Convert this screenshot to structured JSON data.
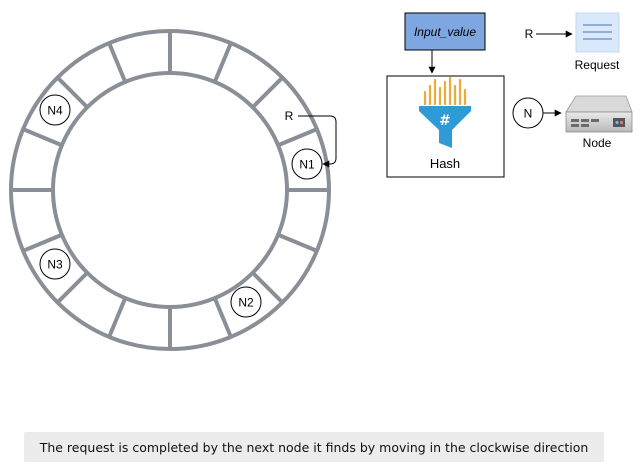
{
  "ring": {
    "nodes": [
      {
        "label": "N1"
      },
      {
        "label": "N2"
      },
      {
        "label": "N3"
      },
      {
        "label": "N4"
      }
    ],
    "request_label": "R"
  },
  "hash_box": {
    "input_label": "Input_value",
    "title": "Hash",
    "symbol": "#"
  },
  "legend": {
    "request": {
      "key": "R",
      "label": "Request"
    },
    "node": {
      "key": "N",
      "label": "Node"
    }
  },
  "colors": {
    "ring": "#8a8e96",
    "input_fill": "#7ea6e0",
    "funnel": "#2e9bd6",
    "funnel_top": "#f2a93b",
    "request_doc": "#dae8fc",
    "server": "#8c8c8c"
  },
  "caption": "The request is completed by the next node it finds by moving in the clockwise direction"
}
